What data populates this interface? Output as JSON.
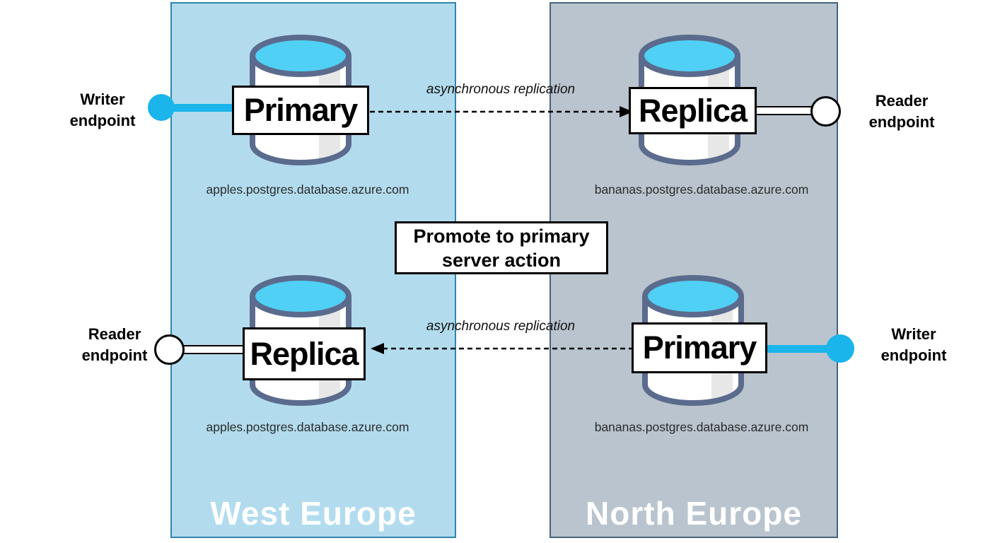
{
  "regions": {
    "west": {
      "label": "West Europe"
    },
    "north": {
      "label": "North Europe"
    }
  },
  "nodes": {
    "top_west": {
      "role": "Primary",
      "host": "apples.postgres.database.azure.com"
    },
    "top_north": {
      "role": "Replica",
      "host": "bananas.postgres.database.azure.com"
    },
    "bottom_west": {
      "role": "Replica",
      "host": "apples.postgres.database.azure.com"
    },
    "bottom_north": {
      "role": "Primary",
      "host": "bananas.postgres.database.azure.com"
    }
  },
  "endpoints": {
    "top_west": {
      "line1": "Writer",
      "line2": "endpoint",
      "type": "writer"
    },
    "top_north": {
      "line1": "Reader",
      "line2": "endpoint",
      "type": "reader"
    },
    "bottom_west": {
      "line1": "Reader",
      "line2": "endpoint",
      "type": "reader"
    },
    "bottom_north": {
      "line1": "Writer",
      "line2": "endpoint",
      "type": "writer"
    }
  },
  "arrows": {
    "top": {
      "label": "asynchronous replication",
      "direction": "left-to-right"
    },
    "bottom": {
      "label": "asynchronous replication",
      "direction": "right-to-left"
    }
  },
  "action_box": {
    "line1": "Promote to primary",
    "line2": "server action"
  },
  "colors": {
    "west_region_fill": "#b2dcee",
    "west_region_border": "#2e85ad",
    "north_region_fill": "#b9c4ce",
    "north_region_border": "#46627c",
    "writer_accent": "#1ab5ea",
    "db_top_fill": "#4fd0f4",
    "db_outline": "#5b6b8d",
    "region_label_text": "#ffffff"
  }
}
